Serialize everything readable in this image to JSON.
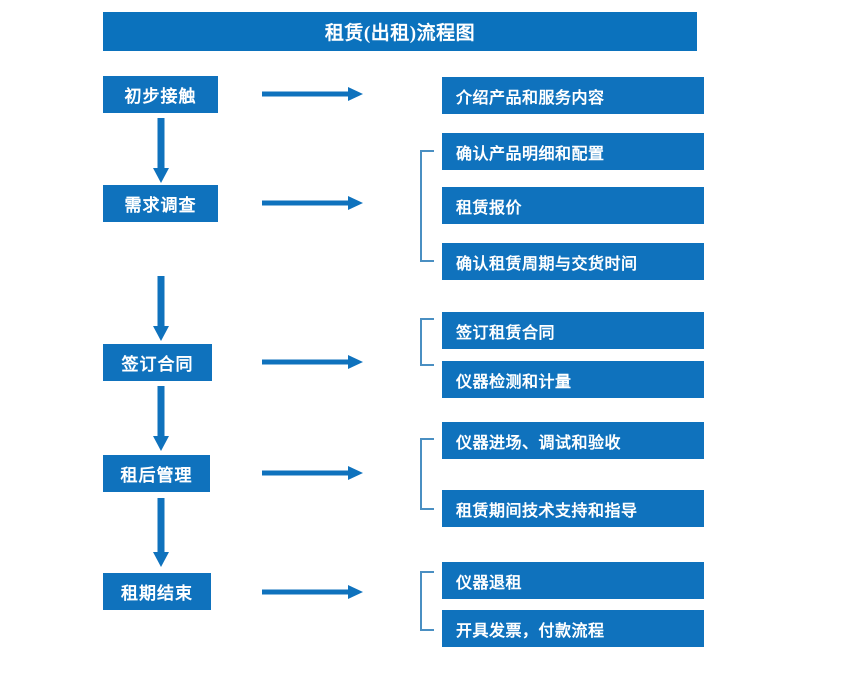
{
  "title": {
    "text": "租赁(出租)流程图"
  },
  "colors": {
    "banner_blue": "#0b72bd",
    "box_blue": "#0f72bd",
    "arrow_blue": "#0f72bd",
    "bracket_blue": "#4a8fc2",
    "text_white": "#ffffff",
    "page_background": "#ffffff"
  },
  "stages": [
    {
      "id": "initial-contact",
      "label": "初步接触"
    },
    {
      "id": "needs-survey",
      "label": "需求调查"
    },
    {
      "id": "sign-contract",
      "label": "签订合同"
    },
    {
      "id": "post-rent-mgmt",
      "label": "租后管理"
    },
    {
      "id": "lease-end",
      "label": "租期结束"
    }
  ],
  "details": [
    {
      "id": "introduce-products",
      "label": "介绍产品和服务内容"
    },
    {
      "id": "confirm-spec",
      "label": "确认产品明细和配置"
    },
    {
      "id": "rental-quote",
      "label": "租赁报价"
    },
    {
      "id": "confirm-period",
      "label": "确认租赁周期与交货时间"
    },
    {
      "id": "sign-rental-contract",
      "label": "签订租赁合同"
    },
    {
      "id": "instrument-testing",
      "label": "仪器检测和计量"
    },
    {
      "id": "instrument-delivery",
      "label": "仪器进场、调试和验收"
    },
    {
      "id": "rental-support",
      "label": "租赁期间技术支持和指导"
    },
    {
      "id": "instrument-return",
      "label": "仪器退租"
    },
    {
      "id": "invoice-payment",
      "label": "开具发票，付款流程"
    }
  ],
  "connectors": {
    "horizontal_arrow_count": 5,
    "vertical_arrow_count": 4,
    "bracket_count": 4
  }
}
